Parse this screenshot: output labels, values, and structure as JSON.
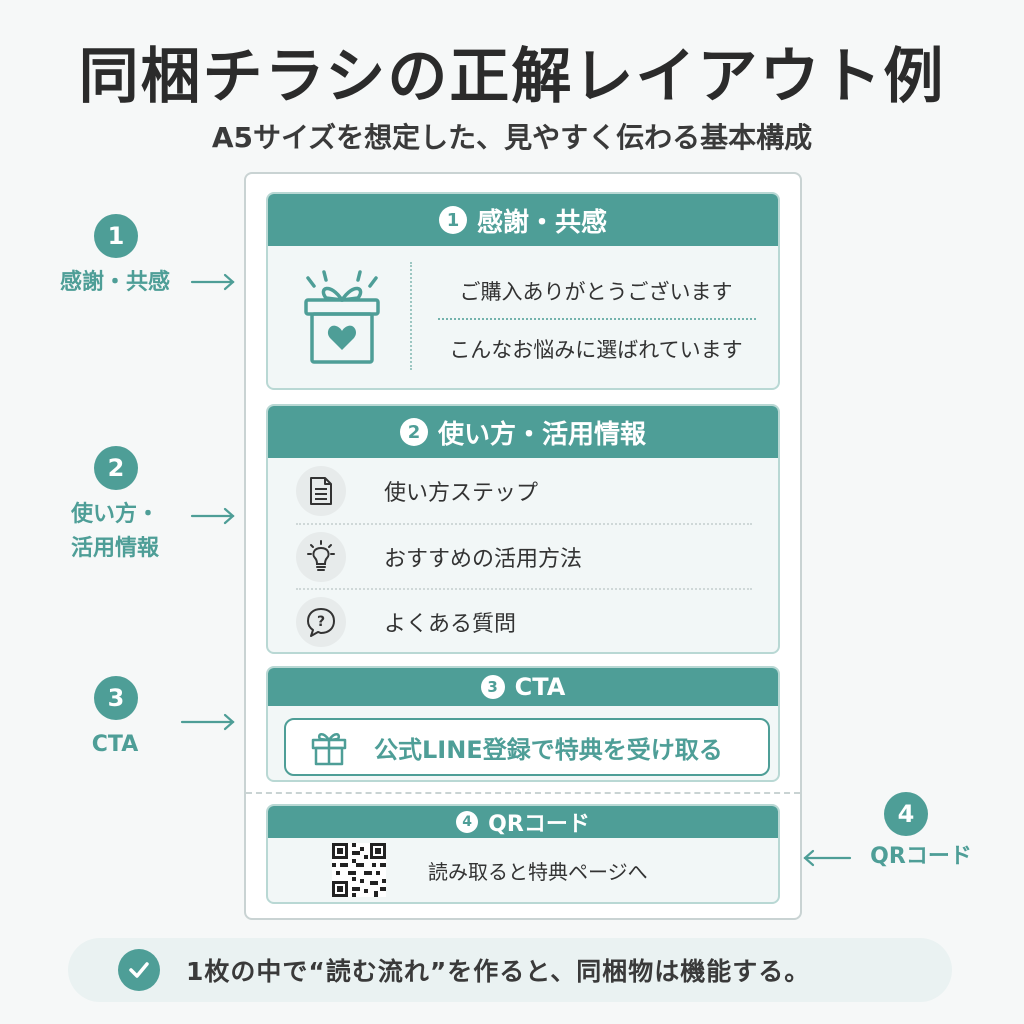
{
  "title": "同梱チラシの正解レイアウト例",
  "subtitle": "A5サイズを想定した、見やすく伝わる基本構成",
  "colors": {
    "accent": "#4e9e97",
    "panel": "#f2f7f7",
    "footer_bg": "#eaf2f2"
  },
  "sections": {
    "s1": {
      "number": "1",
      "heading": "感謝・共感",
      "icon": "gift-heart-icon",
      "lines": [
        "ご購入ありがとうございます",
        "こんなお悩みに選ばれています"
      ]
    },
    "s2": {
      "number": "2",
      "heading": "使い方・活用情報",
      "rows": [
        {
          "icon": "document-icon",
          "text": "使い方ステップ"
        },
        {
          "icon": "lightbulb-icon",
          "text": "おすすめの活用方法"
        },
        {
          "icon": "question-bubble-icon",
          "text": "よくある質問"
        }
      ]
    },
    "s3": {
      "number": "3",
      "heading": "CTA",
      "icon": "gift-icon",
      "button": "公式LINE登録で特典を受け取る"
    },
    "s4": {
      "number": "4",
      "heading": "QRコード",
      "icon": "qr-code-icon",
      "text": "読み取ると特典ページへ"
    }
  },
  "side_labels": [
    {
      "number": "1",
      "label": "感謝・共感"
    },
    {
      "number": "2",
      "label": "使い方・",
      "label2": "活用情報"
    },
    {
      "number": "3",
      "label": "CTA"
    },
    {
      "number": "4",
      "label": "QRコード"
    }
  ],
  "footer": {
    "icon": "check-icon",
    "text": "1枚の中で“読む流れ”を作ると、同梱物は機能する。"
  }
}
